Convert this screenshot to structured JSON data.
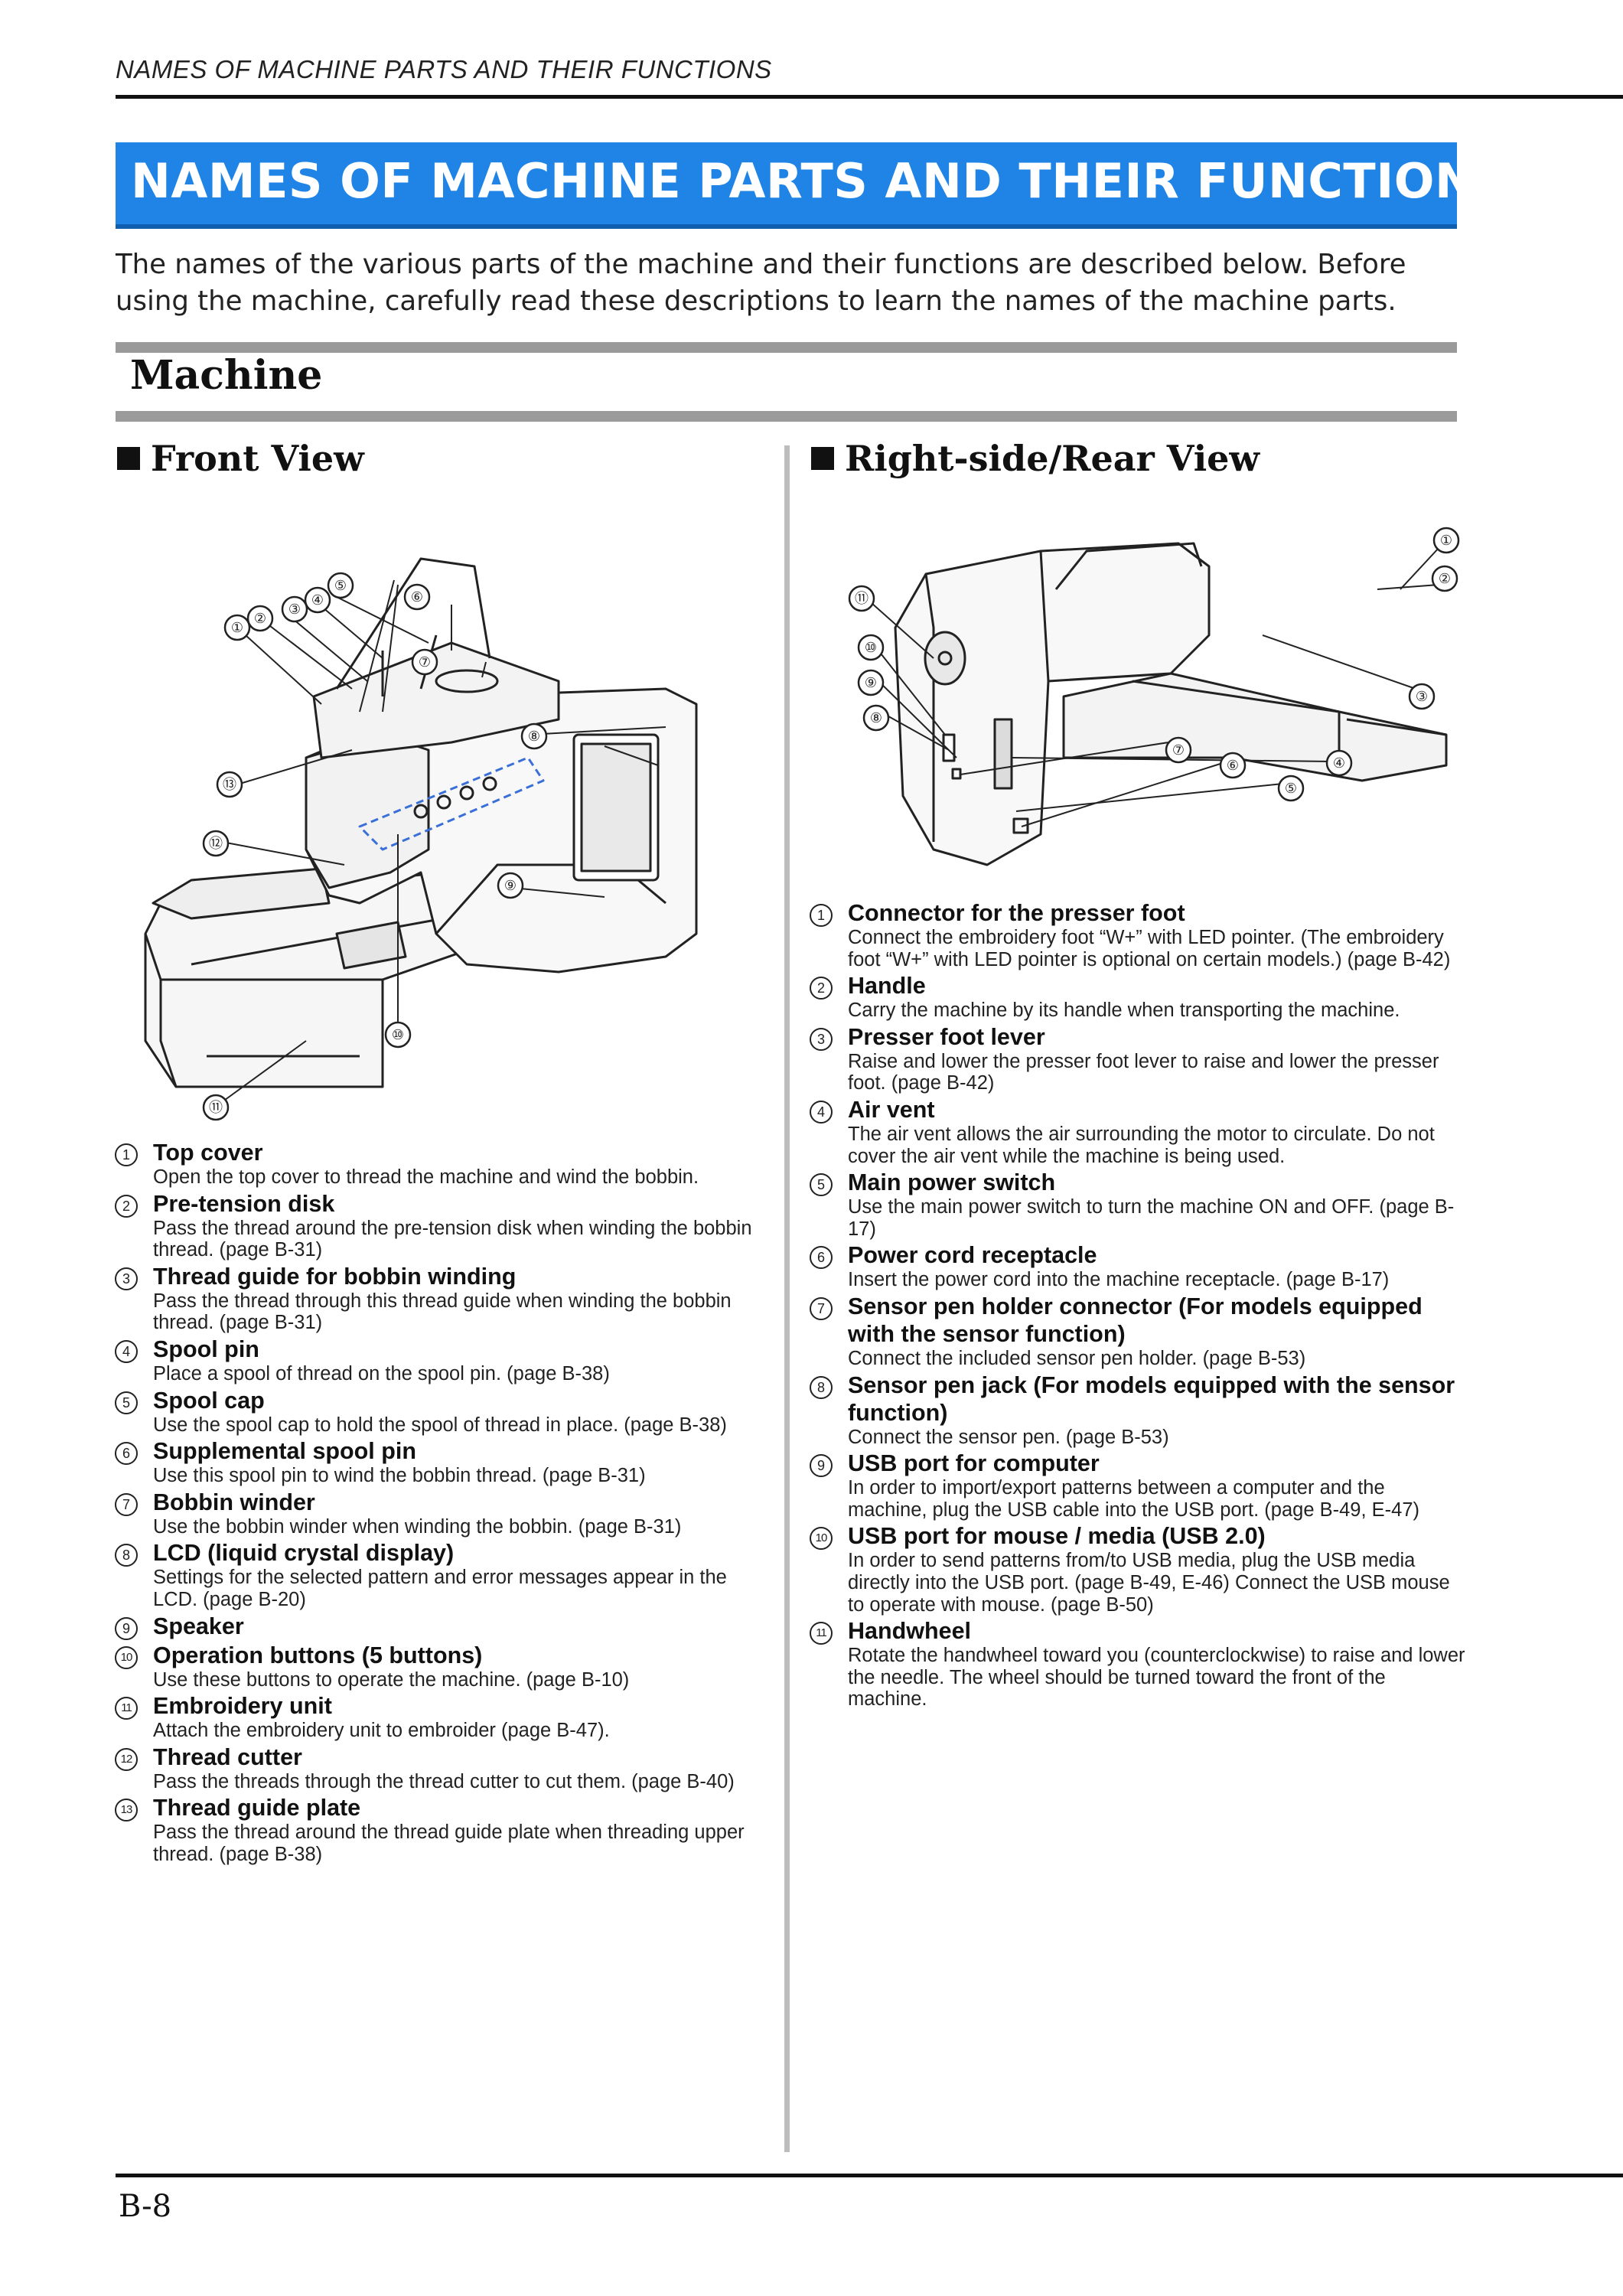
{
  "running_header": "NAMES OF MACHINE PARTS AND THEIR FUNCTIONS",
  "title": "NAMES OF MACHINE PARTS AND THEIR FUNCTIONS",
  "intro": "The names of the various parts of the machine and their functions are described below. Before using the machine, carefully read these descriptions to learn the names of the machine parts.",
  "section_title": "Machine",
  "front_view": {
    "heading": "Front View",
    "callouts": [
      "①",
      "②",
      "③",
      "④",
      "⑤",
      "⑥",
      "⑦",
      "⑧",
      "⑨",
      "⑩",
      "⑪",
      "⑫",
      "⑬"
    ],
    "parts": [
      {
        "num": "1",
        "name": "Top cover",
        "desc": "Open the top cover to thread the machine and wind the bobbin."
      },
      {
        "num": "2",
        "name": "Pre-tension disk",
        "desc": "Pass the thread around the pre-tension disk when winding the bobbin thread. (page B-31)"
      },
      {
        "num": "3",
        "name": "Thread guide for bobbin winding",
        "desc": "Pass the thread through this thread guide when winding the bobbin thread. (page B-31)"
      },
      {
        "num": "4",
        "name": "Spool pin",
        "desc": "Place a spool of thread on the spool pin. (page B-38)"
      },
      {
        "num": "5",
        "name": "Spool cap",
        "desc": "Use the spool cap to hold the spool of thread in place. (page B-38)"
      },
      {
        "num": "6",
        "name": "Supplemental spool pin",
        "desc": "Use this spool pin to wind the bobbin thread. (page B-31)"
      },
      {
        "num": "7",
        "name": "Bobbin winder",
        "desc": "Use the bobbin winder when winding the bobbin. (page B-31)"
      },
      {
        "num": "8",
        "name": "LCD (liquid crystal display)",
        "desc": "Settings for the selected pattern and error messages appear in the LCD. (page B-20)"
      },
      {
        "num": "9",
        "name": "Speaker",
        "desc": ""
      },
      {
        "num": "10",
        "name": "Operation buttons (5 buttons)",
        "desc": "Use these buttons to operate the machine. (page B-10)"
      },
      {
        "num": "11",
        "name": "Embroidery unit",
        "desc": "Attach the embroidery unit to embroider (page B-47)."
      },
      {
        "num": "12",
        "name": "Thread cutter",
        "desc": "Pass the threads through the thread cutter to cut them. (page B-40)"
      },
      {
        "num": "13",
        "name": "Thread guide plate",
        "desc": "Pass the thread around the thread guide plate when threading upper thread. (page B-38)"
      }
    ]
  },
  "rear_view": {
    "heading": "Right-side/Rear View",
    "callouts": [
      "①",
      "②",
      "③",
      "④",
      "⑤",
      "⑥",
      "⑦",
      "⑧",
      "⑨",
      "⑩",
      "⑪"
    ],
    "parts": [
      {
        "num": "1",
        "name": "Connector for the presser foot",
        "desc": "Connect the embroidery foot “W+” with LED pointer. (The embroidery foot “W+” with LED pointer is optional on certain models.) (page B-42)"
      },
      {
        "num": "2",
        "name": "Handle",
        "desc": "Carry the machine by its handle when transporting the machine."
      },
      {
        "num": "3",
        "name": "Presser foot lever",
        "desc": "Raise and lower the presser foot lever to raise and lower the presser foot. (page B-42)"
      },
      {
        "num": "4",
        "name": "Air vent",
        "desc": "The air vent allows the air surrounding the motor to circulate. Do not cover the air vent while the machine is being used."
      },
      {
        "num": "5",
        "name": "Main power switch",
        "desc": "Use the main power switch to turn the machine ON and OFF. (page B-17)"
      },
      {
        "num": "6",
        "name": "Power cord receptacle",
        "desc": "Insert the power cord into the machine receptacle. (page B-17)"
      },
      {
        "num": "7",
        "name": "Sensor pen holder connector (For models equipped with the sensor function)",
        "desc": "Connect the included sensor pen holder. (page B-53)"
      },
      {
        "num": "8",
        "name": "Sensor pen jack (For models equipped with the sensor function)",
        "desc": "Connect the sensor pen. (page B-53)"
      },
      {
        "num": "9",
        "name": "USB port for computer",
        "desc": "In order to import/export patterns between a computer and the machine, plug the USB cable into the USB port. (page B-49, E-47)"
      },
      {
        "num": "10",
        "name": "USB port for mouse / media (USB 2.0)",
        "desc": "In order to send patterns from/to USB media, plug the USB media directly into the USB port. (page B-49, E-46) Connect the USB mouse to operate with mouse. (page B-50)"
      },
      {
        "num": "11",
        "name": "Handwheel",
        "desc": "Rotate the handwheel toward you (counterclockwise) to raise and lower the needle. The wheel should be turned toward the front of the machine."
      }
    ]
  },
  "page_number": "B-8"
}
